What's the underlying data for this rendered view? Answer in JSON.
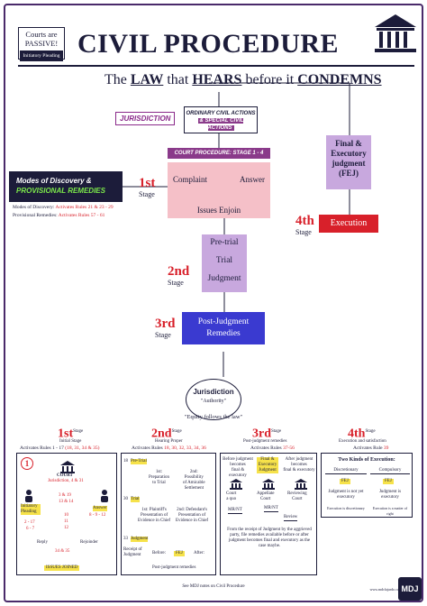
{
  "header": {
    "passive_line1": "Courts are",
    "passive_line2": "PASSIVE!",
    "passive_tag": "Initiatory Pleading",
    "title": "CIVIL PROCEDURE"
  },
  "tagline": {
    "pre": "The ",
    "law": "LAW",
    "mid1": " that ",
    "hears": "HEARS",
    "mid2": " before it ",
    "condemns": "CONDEMNS"
  },
  "flow": {
    "jurisdiction_label": "JURISDICTION",
    "ordinary_line1": "ORDINARY CIVIL ACTIONS",
    "ordinary_line2": "& SPECIAL CIVIL ACTIONS",
    "stage_head": "COURT PROCEDURE: STAGE 1 - 4",
    "complaint": "Complaint",
    "answer": "Answer",
    "issues": "Issues Enjoin",
    "pretrial": "Pre-trial",
    "trial": "Trial",
    "judgment": "Judgment",
    "post_judgment_1": "Post-Judgment",
    "post_judgment_2": "Remedies"
  },
  "stages": {
    "first": "1st",
    "second": "2nd",
    "third": "3rd",
    "fourth": "4th",
    "stage_word": "Stage"
  },
  "modes": {
    "line1": "Modes of Discovery &",
    "line2": "PROVISIONAL REMEDIES",
    "discovery_label": "Modes of Discovery: ",
    "discovery_rules": "Activates Rules 21 & 23 - 29",
    "provisional_label": "Provisional Remedies: ",
    "provisional_rules": "Activates Rules 57 - 61"
  },
  "right": {
    "fej_1": "Final &",
    "fej_2": "Executory",
    "fej_3": "judgment",
    "fej_4": "(FEJ)",
    "execution": "Execution"
  },
  "jurisdiction": {
    "title": "Jurisdiction",
    "authority": "\"Authority\"",
    "quote": "\"Equity follows the law\""
  },
  "bottom": {
    "s1_sub": "Initial Stage",
    "s1_rules_pre": "Activates Rules 1 - 17 ",
    "s1_rules": "(18, 31, 34 & 35)",
    "s2_sub": "Hearing Proper",
    "s2_rules_pre": "Activates Rules ",
    "s2_rules": "18, 30, 32, 33, 34, 36",
    "s3_sub": "Post-judgment remedies",
    "s3_rules_pre": "Activates Rules ",
    "s3_rules": "37-56",
    "s4_sub": "Execution and satisfaction",
    "s4_rules_pre": "Activates Rule ",
    "s4_rules": "39",
    "p1_circle": "1",
    "p1_court": "COURT",
    "p1_juris": "Jurisdiction, 4 & 31",
    "p1_initiatory": "Initiatory Pleading",
    "p1_answer": "Answer",
    "p1_r1": "3 & 19",
    "p1_r2": "13 & 14",
    "p1_r3": "2 - 17",
    "p1_r4": "6 - 7",
    "p1_r5": "10",
    "p1_r6": "11",
    "p1_r7": "12",
    "p1_r8": "8 - 9 - 12",
    "p1_reply": "Reply",
    "p1_rejoinder": "Rejoinder",
    "p1_r9": "34 & 35",
    "p1_issues": "ISSUES JOINED",
    "p2_pretrial": "Pre-Trial",
    "p2_18": "18",
    "p2_30": "30",
    "p2_33": "33",
    "p2_1st_a": "1st:",
    "p2_1st_b": "Preparation",
    "p2_1st_c": "to Trial",
    "p2_2nd_a": "2nd:",
    "p2_2nd_b": "Possibility",
    "p2_2nd_c": "of Amicable",
    "p2_2nd_d": "Settlement",
    "p2_trial": "Trial",
    "p2_p1": "1st: Plaintiff's",
    "p2_p2": "Presentation of",
    "p2_p3": "Evidence in Chief",
    "p2_d1": "2nd: Defendant's",
    "p2_d2": "Presentation of",
    "p2_d3": "Evidence in Chief",
    "p2_judgment": "Judgment",
    "p2_receipt": "Receipt of",
    "p2_receipt2": "Judgment",
    "p2_before": "Before:",
    "p2_fej": "FEJ",
    "p2_after": "After:",
    "p2_post": "Post-judgment remedies",
    "p3_before": "Before judgment",
    "p3_becomes": "becomes",
    "p3_final": "final & executory",
    "p3_fej": "Final & Executory Judgment",
    "p3_after": "After judgment",
    "p3_after2": "becomes",
    "p3_after3": "final & executory",
    "p3_court1": "Court",
    "p3_court1b": "a quo",
    "p3_court2": "Appellate",
    "p3_court2b": "Court",
    "p3_court3": "Reviewing",
    "p3_court3b": "Court",
    "p3_mr": "MR/NT",
    "p3_mr2": "MR/NT",
    "p3_review": "Review",
    "p3_note": "From the receipt of Judgment by the aggrieved party, file remedies available before or after judgment becomes final and executory as the case maybe.",
    "p4_title": "Two Kinds of Execution:",
    "p4_disc": "Discretionary",
    "p4_comp": "Compulsory",
    "p4_fej1": "FEJ",
    "p4_fej2": "FEJ",
    "p4_j1": "Judgment is not yet",
    "p4_j1b": "executory",
    "p4_j2": "Judgment is",
    "p4_j2b": "executory",
    "p4_e1": "Execution is discretionary",
    "p4_e2": "Execution is a matter of right"
  },
  "footer": {
    "note": "See MDJ notes on Civil Procedure",
    "url": "www.mdcfajardo.com",
    "logo": "MDJ"
  },
  "colors": {
    "navy": "#1c1c3a",
    "red": "#d8202a",
    "purple": "#8a3a8a",
    "lavender": "#c8a8de",
    "pink": "#f5c0c8",
    "blue": "#3a3ad0",
    "yellow": "#f6e24a",
    "green": "#7ce84a"
  }
}
